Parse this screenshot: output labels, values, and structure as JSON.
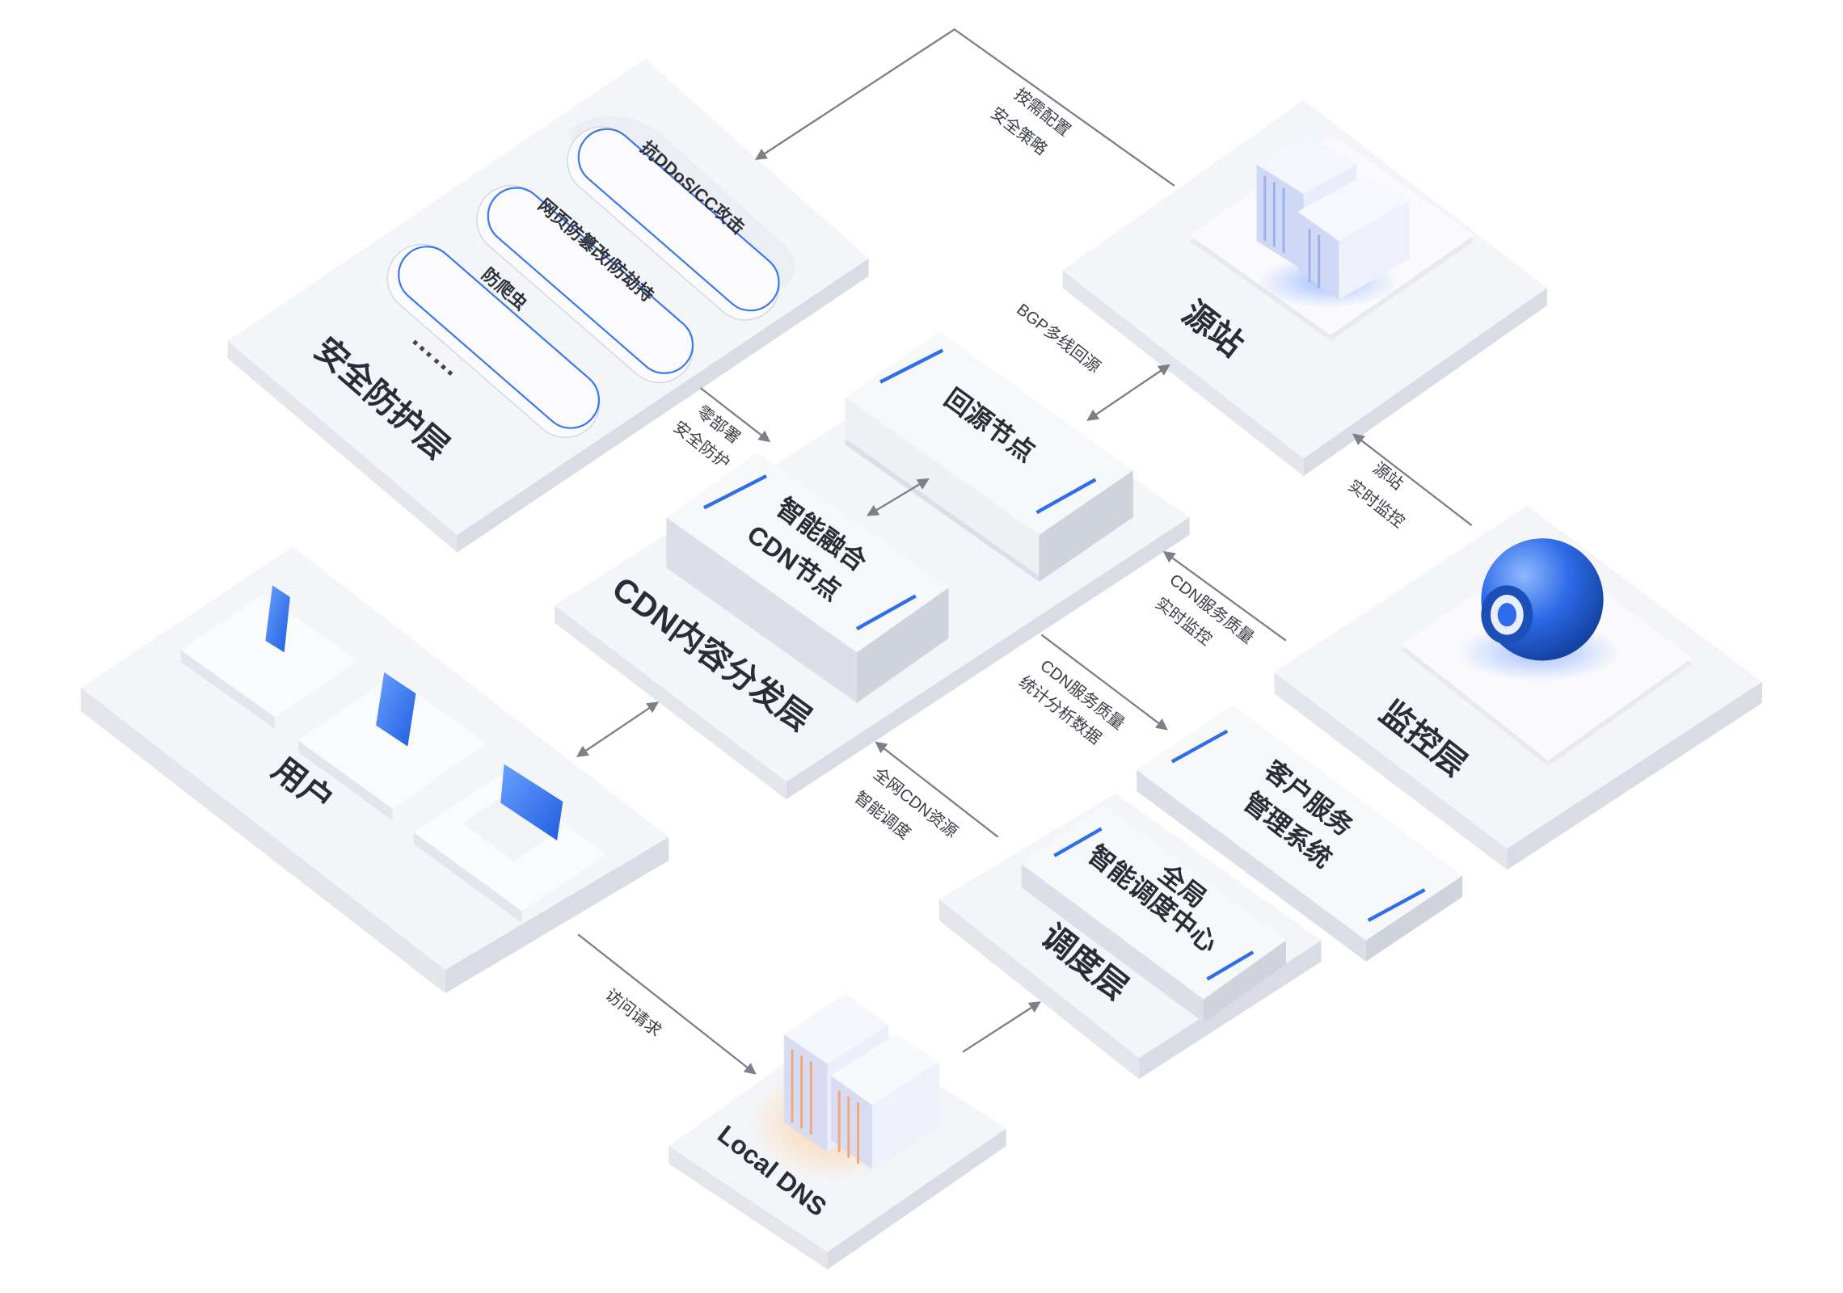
{
  "nodes": {
    "security": {
      "title": "安全防护层",
      "items": [
        "抗DDoS/CC攻击",
        "网页防篡改/防劫持",
        "防爬虫"
      ],
      "more": "……"
    },
    "origin": {
      "title": "源站"
    },
    "cdn": {
      "title": "CDN内容分发层",
      "fusion_line1": "智能融合",
      "fusion_line2": "CDN节点",
      "back_to_origin": "回源节点"
    },
    "users": {
      "title": "用户"
    },
    "monitor": {
      "title": "监控层"
    },
    "customer": {
      "line1": "客户服务",
      "line2": "管理系统"
    },
    "dispatch": {
      "title": "调度层",
      "line1": "全局",
      "line2": "智能调度中心"
    },
    "local_dns": {
      "title": "Local DNS"
    }
  },
  "edges": {
    "on_demand": [
      "按需配置",
      "安全策略"
    ],
    "bgp": "BGP多线回源",
    "zero_deploy": [
      "零部署",
      "安全防护"
    ],
    "origin_monitor": [
      "源站",
      "实时监控"
    ],
    "cdn_quality_monitor": [
      "CDN服务质量",
      "实时监控"
    ],
    "cdn_quality_stats": [
      "CDN服务质量",
      "统计分析数据"
    ],
    "global_dispatch": [
      "全网CDN资源",
      "智能调度"
    ],
    "access_request": "访问请求"
  },
  "colors": {
    "accent": "#2f6ee6",
    "arrow": "#7d8088",
    "platform": "#f4f5f8"
  }
}
